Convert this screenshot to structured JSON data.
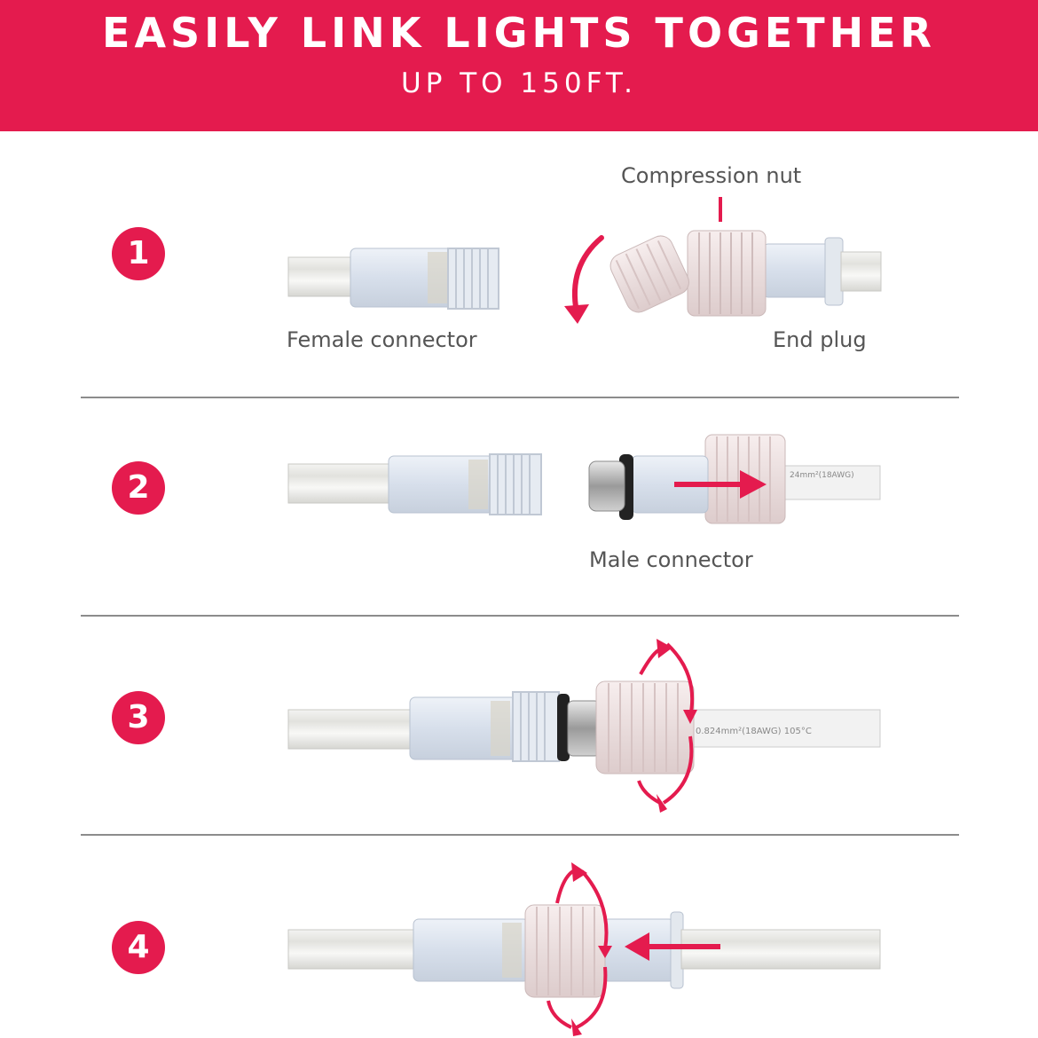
{
  "banner": {
    "title": "EASILY LINK LIGHTS TOGETHER",
    "subtitle": "UP TO 150FT."
  },
  "colors": {
    "accent": "#e41b4e",
    "divider": "#8c8c8c",
    "label_text": "#555555"
  },
  "steps": [
    {
      "number": "1",
      "labels": {
        "compression_nut": "Compression nut",
        "female_connector": "Female connector",
        "end_plug": "End plug"
      }
    },
    {
      "number": "2",
      "labels": {
        "male_connector": "Male connector"
      }
    },
    {
      "number": "3"
    },
    {
      "number": "4"
    }
  ],
  "cable_print": {
    "step2": "24mm²(18AWG)",
    "step3": "0.824mm²(18AWG)  105°C"
  }
}
